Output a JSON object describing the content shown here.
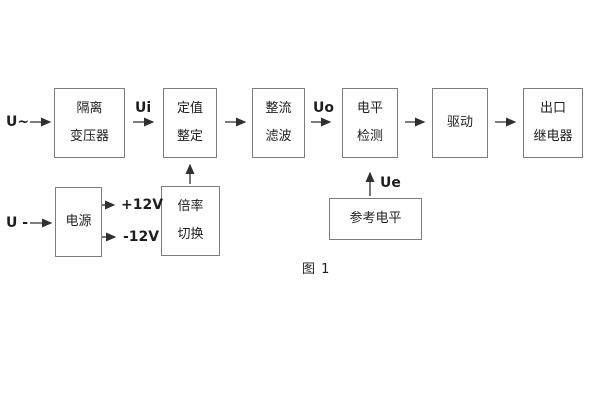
{
  "figure": {
    "caption": "图 1",
    "inputs": {
      "ac_input": "U~",
      "dc_input": "U -"
    },
    "signals": {
      "ui": "Ui",
      "uo": "Uo",
      "ue": "Ue",
      "plus_12v": "+12V",
      "minus_12v": "-12V"
    },
    "blocks": {
      "isolation_transformer": {
        "line1": "隔离",
        "line2": "变压器"
      },
      "value_setting": {
        "line1": "定值",
        "line2": "整定"
      },
      "rectify_filter": {
        "line1": "整流",
        "line2": "滤波"
      },
      "level_detection": {
        "line1": "电平",
        "line2": "检测"
      },
      "drive": {
        "line1": "驱动"
      },
      "output_relay": {
        "line1": "出口",
        "line2": "继电器"
      },
      "power_supply": {
        "line1": "电源"
      },
      "ratio_switch": {
        "line1": "倍率",
        "line2": "切换"
      },
      "reference_level": {
        "line1": "参考电平"
      }
    },
    "colors": {
      "background": "#ffffff",
      "box_border": "#7d7d7d",
      "line": "#303030",
      "text": "#1e1e1e"
    }
  }
}
